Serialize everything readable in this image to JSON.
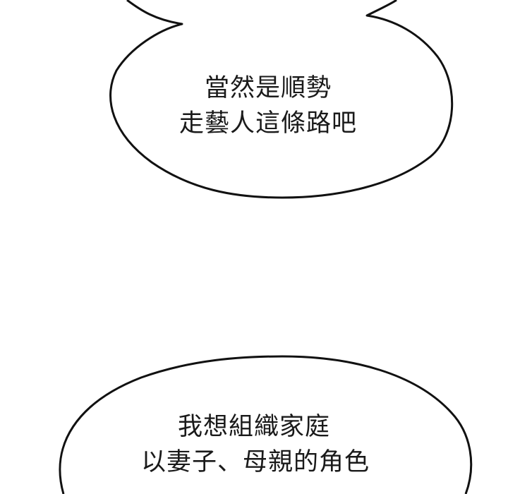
{
  "page": {
    "background_color": "#ffffff",
    "ink_color": "#1a1a1a"
  },
  "bubbles": [
    {
      "lines": [
        "當然是順勢",
        "走藝人這條路吧"
      ]
    },
    {
      "lines": [
        "我想組織家庭",
        "以妻子、母親的角色"
      ]
    }
  ]
}
